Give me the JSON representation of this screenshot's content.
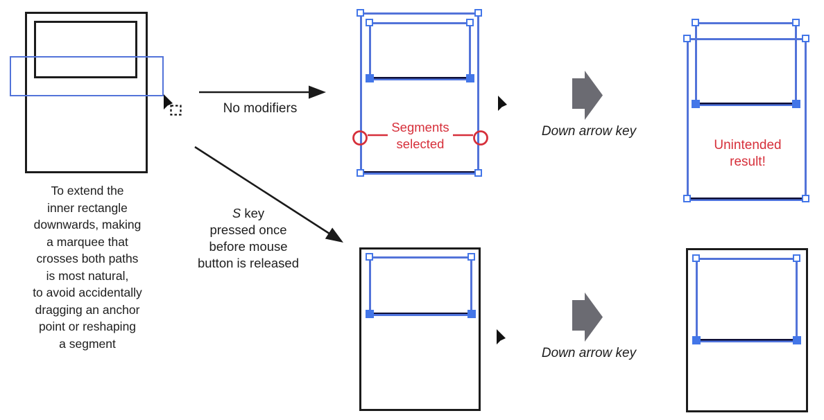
{
  "figure": {
    "caption": "To extend the\ninner rectangle\ndownwards, making\na marquee that\ncrosses both paths\nis most natural,\nto avoid accidentally\ndragging an anchor\npoint or reshaping\na segment",
    "arrow_top_label": "No modifiers",
    "arrow_bottom_key": "S",
    "arrow_bottom_key_rest": " key",
    "arrow_bottom_lines": "pressed once\nbefore mouse\nbutton is released",
    "annotation_segments": "Segments\nselected",
    "annotation_unintended": "Unintended\nresult!",
    "down_arrow_label": "Down arrow key"
  },
  "icons": [
    "marquee-cursor-icon",
    "node-cursor-icon",
    "down-arrow-icon",
    "segment-callout-circles"
  ],
  "colors": {
    "path_black": "#1c1c1c",
    "selection_blue": "#5273d9",
    "node_handle_blue": "#4376e8",
    "selected_segment_dark": "#0e0e35",
    "annotation_red": "#d62f3a",
    "block_arrow_gray": "#6b6b72"
  }
}
